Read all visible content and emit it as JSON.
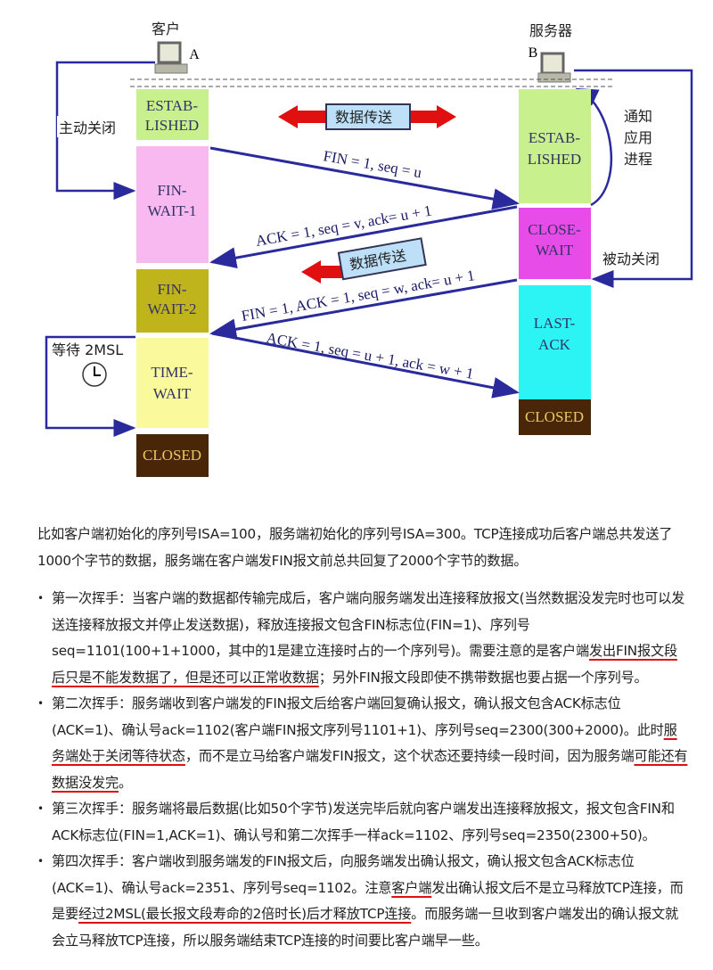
{
  "diagram": {
    "client_label": "客户",
    "client_letter": "A",
    "server_label": "服务器",
    "server_letter": "B",
    "active_close": "主动关闭",
    "passive_close": "被动关闭",
    "notify_app": [
      "通知",
      "应用",
      "进程"
    ],
    "wait_2msl": "等待 2MSL",
    "data_transfer": "数据传送",
    "client_states": [
      {
        "l1": "ESTAB-",
        "l2": "LISHED",
        "color": "#c8f08c"
      },
      {
        "l1": "FIN-",
        "l2": "WAIT-1",
        "color": "#f8b8f0"
      },
      {
        "l1": "FIN-",
        "l2": "WAIT-2",
        "color": "#c0b41c"
      },
      {
        "l1": "TIME-",
        "l2": "WAIT",
        "color": "#fafa9c"
      },
      {
        "l1": "CLOSED",
        "l2": "",
        "color": "#4a2608"
      }
    ],
    "server_states": [
      {
        "l1": "ESTAB-",
        "l2": "LISHED",
        "color": "#c8f08c"
      },
      {
        "l1": "CLOSE-",
        "l2": "WAIT",
        "color": "#e84ce8"
      },
      {
        "l1": "LAST-",
        "l2": "ACK",
        "color": "#2cf4f4"
      },
      {
        "l1": "CLOSED",
        "l2": "",
        "color": "#4a2608"
      }
    ],
    "messages": [
      "FIN = 1, seq = u",
      "ACK = 1, seq = v, ack= u + 1",
      "FIN = 1, ACK = 1, seq = w, ack= u + 1",
      "ACK = 1, seq = u + 1, ack = w + 1"
    ]
  },
  "intro": "比如客户端初始化的序列号ISA=100，服务端初始化的序列号ISA=300。TCP连接成功后客户端总共发送了1000个字节的数据，服务端在客户端发FIN报文前总共回复了2000个字节的数据。",
  "bullets": [
    {
      "a": "第一次挥手：当客户端的数据都传输完成后，客户端向服务端发出连接释放报文(当然数据没发完时也可以发送连接释放报文并停止发送数据)，释放连接报文包含FIN标志位(FIN=1)、序列号seq=1101(100+1+1000，其中的1是建立连接时占的一个序列号)。需要注意的是客户端",
      "u": "发出FIN报文段后只是不能发数据了，但是还可以正常收数据",
      "b": "；另外FIN报文段即使不携带数据也要占据一个序列号。"
    },
    {
      "a": "第二次挥手：服务端收到客户端发的FIN报文后给客户端回复确认报文，确认报文包含ACK标志位(ACK=1)、确认号ack=1102(客户端FIN报文序列号1101+1)、序列号seq=2300(300+2000)。此时",
      "u": "服务端处于关闭等待状态",
      "b": "，而不是立马给客户端发FIN报文，这个状态还要持续一段时间，因为服务端",
      "u2": "可能还有数据没发完",
      "c": "。"
    },
    {
      "a": "第三次挥手：服务端将最后数据(比如50个字节)发送完毕后就向客户端发出连接释放报文，报文包含FIN和ACK标志位(FIN=1,ACK=1)、确认号和第二次挥手一样ack=1102、序列号seq=2350(2300+50)。"
    },
    {
      "a": "第四次挥手：客户端收到服务端发的FIN报文后，向服务端发出确认报文，确认报文包含ACK标志位(ACK=1)、确认号ack=2351、序列号seq=1102。注意",
      "u": "客户端",
      "b": "发出确认报文后不是立马释放TCP连接，而是要",
      "u2": "经过2MSL(最长报文段寿命的2倍时长)后才释放TCP连接",
      "c": "。而服务端一旦收到客户端发出的确认报文就会立马释放TCP连接，所以服务端结束TCP连接的时间要比客户端早一些。"
    }
  ]
}
